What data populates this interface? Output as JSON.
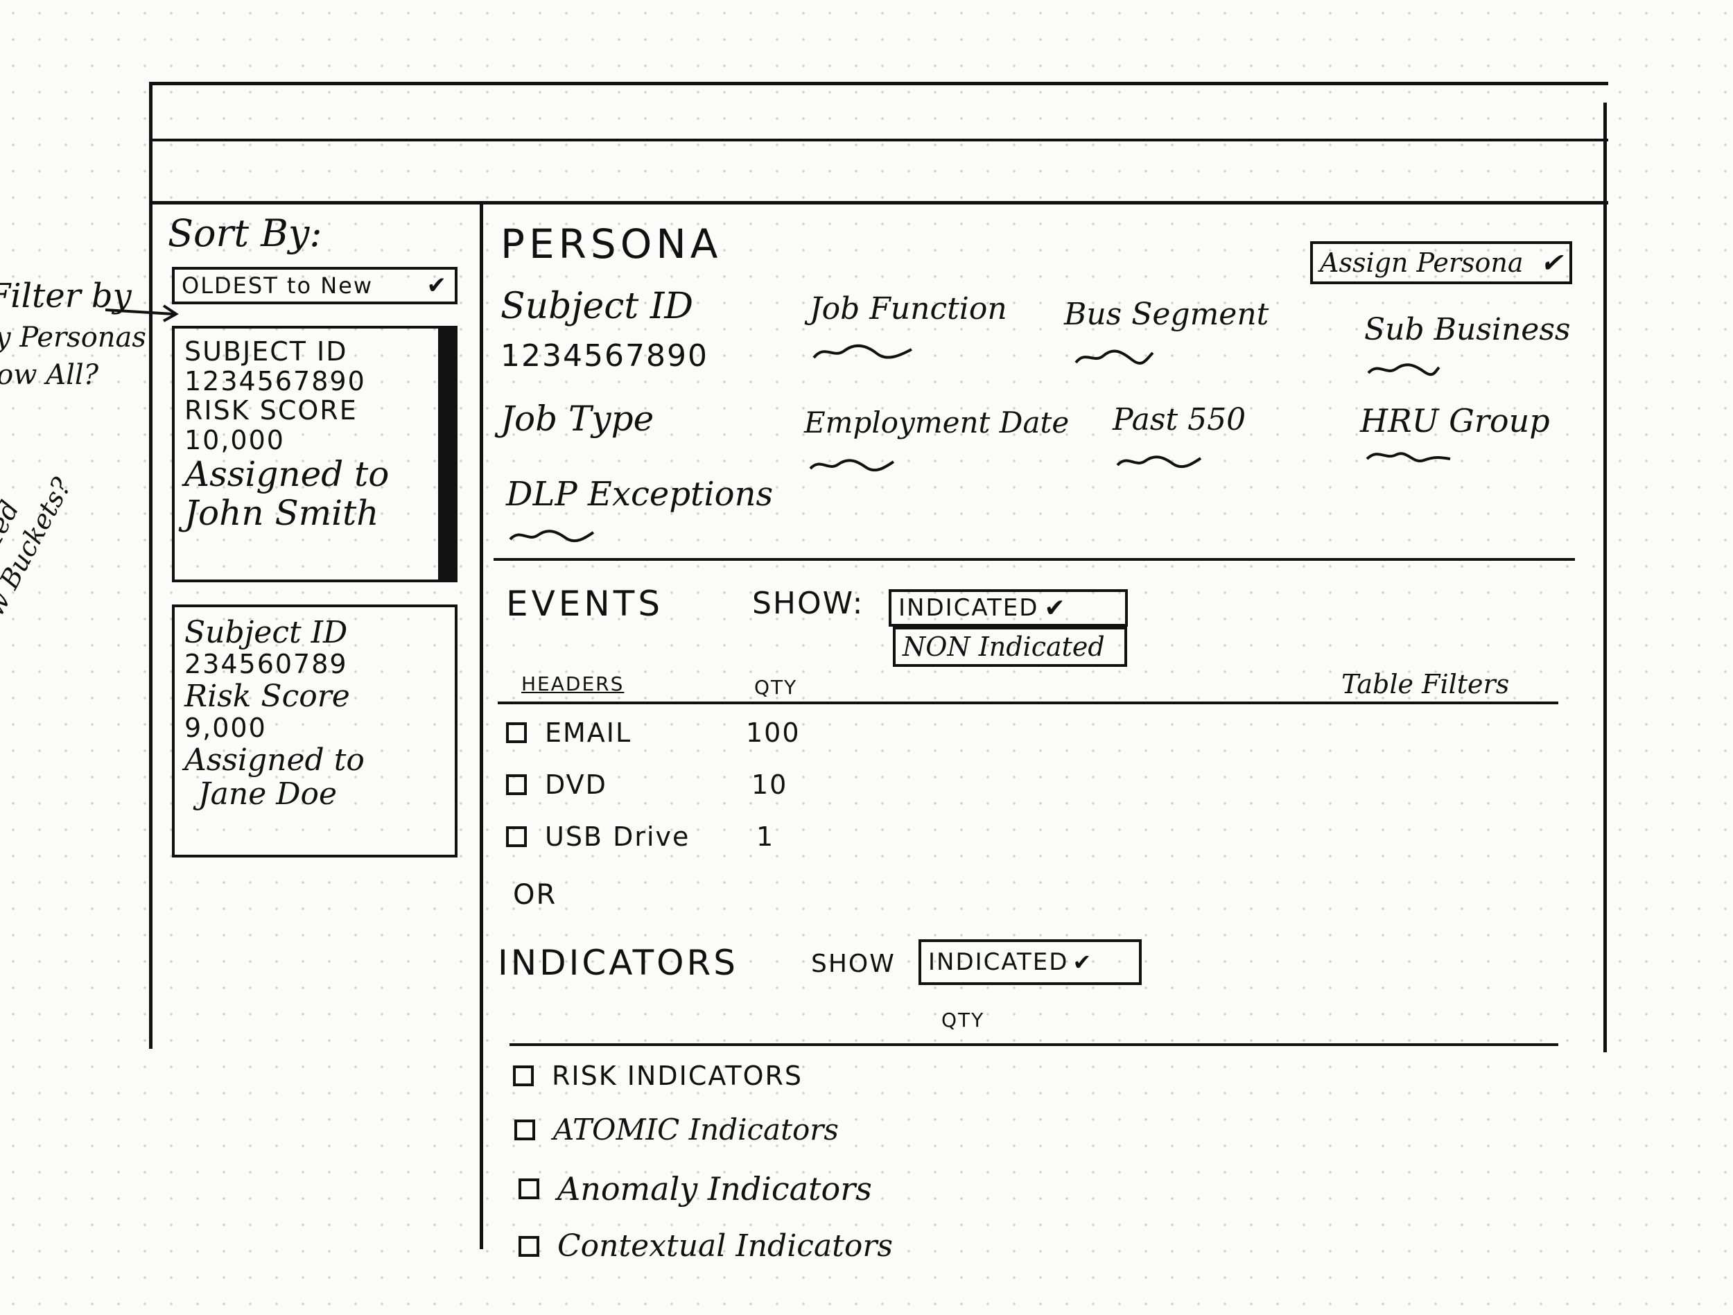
{
  "margin_notes": {
    "filter_lines": [
      "Filter by",
      "My Personas",
      "Show All?"
    ],
    "bucket_lines": [
      "High/Med",
      "Low Buckets?"
    ]
  },
  "sidebar": {
    "sort_label": "Sort By:",
    "sort_value": "OLDEST to New",
    "cards": [
      {
        "lines": [
          "SUBJECT ID",
          "1234567890",
          "RISK SCORE",
          "10,000",
          "Assigned to",
          "John Smith"
        ]
      },
      {
        "lines": [
          "Subject ID",
          "234560789",
          "Risk Score",
          "9,000",
          "Assigned to",
          "Jane Doe"
        ]
      }
    ]
  },
  "persona": {
    "title": "PERSONA",
    "assign_button": "Assign Persona",
    "fields": {
      "subject_id_label": "Subject ID",
      "subject_id_value": "1234567890",
      "job_function": "Job Function",
      "bus_segment": "Bus Segment",
      "sub_business": "Sub Business",
      "job_type": "Job Type",
      "employment_date": "Employment Date",
      "past_550": "Past 550",
      "hru_group": "HRU Group",
      "dlp_exceptions": "DLP Exceptions"
    }
  },
  "events": {
    "title": "EVENTS",
    "show_label": "SHOW:",
    "show_selected": "INDICATED",
    "show_option": "NON Indicated",
    "columns": {
      "headers": "HEADERS",
      "qty": "QTY",
      "table_filters": "Table Filters"
    },
    "rows": [
      {
        "name": "EMAIL",
        "qty": "100"
      },
      {
        "name": "DVD",
        "qty": "10"
      },
      {
        "name": "USB Drive",
        "qty": "1"
      }
    ]
  },
  "or_text": "OR",
  "indicators": {
    "title": "INDICATORS",
    "show_label": "SHOW",
    "show_selected": "INDICATED",
    "qty_label": "QTY",
    "rows": [
      "RISK INDICATORS",
      "ATOMIC Indicators",
      "Anomaly Indicators",
      "Contextual Indicators"
    ]
  }
}
